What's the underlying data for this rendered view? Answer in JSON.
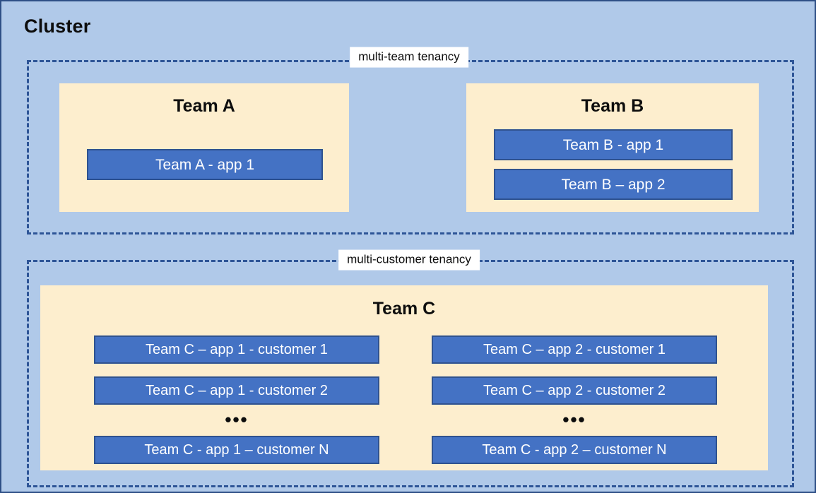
{
  "diagram": {
    "title": "Cluster",
    "colors": {
      "background": "#b0c9e9",
      "outer_border": "#2e4f86",
      "tenancy_border": "#2e5597",
      "team_panel": "#fdeece",
      "app_box_fill": "#4472c4",
      "app_box_border": "#2f528f",
      "app_box_text": "#ffffff",
      "label_chip": "#ffffff",
      "text": "#0d0d0d"
    }
  },
  "tenancies": [
    {
      "id": "multi-team",
      "label": "multi-team tenancy"
    },
    {
      "id": "multi-customer",
      "label": "multi-customer tenancy"
    }
  ],
  "teams": {
    "a": {
      "title": "Team A",
      "apps": [
        {
          "label": "Team A - app 1"
        }
      ]
    },
    "b": {
      "title": "Team B",
      "apps": [
        {
          "label": "Team B - app 1"
        },
        {
          "label": "Team B – app 2"
        }
      ]
    },
    "c": {
      "title": "Team C",
      "ellipsis": "•••",
      "app1": [
        {
          "label": "Team C – app 1 - customer 1"
        },
        {
          "label": "Team C – app 1 - customer 2"
        },
        {
          "label": "Team C - app 1 – customer N"
        }
      ],
      "app2": [
        {
          "label": "Team C – app 2 - customer 1"
        },
        {
          "label": "Team C – app 2 - customer 2"
        },
        {
          "label": "Team C - app 2 – customer N"
        }
      ]
    }
  }
}
